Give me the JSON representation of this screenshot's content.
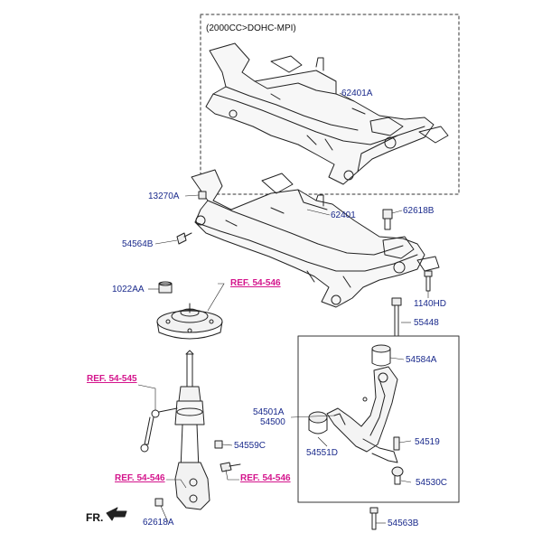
{
  "diagram": {
    "variant_note": "(2000CC>DOHC-MPI)",
    "front_marker": "FR.",
    "callouts": {
      "p62401A": "62401A",
      "p62401": "62401",
      "p13270A": "13270A",
      "p54564B": "54564B",
      "p62618B": "62618B",
      "p1140HD": "1140HD",
      "p1022AA": "1022AA",
      "p55448": "55448",
      "p54584A": "54584A",
      "p54501A": "54501A",
      "p54500": "54500",
      "p54551D": "54551D",
      "p54519": "54519",
      "p54559C": "54559C",
      "p54530C": "54530C",
      "p62618A": "62618A",
      "p54563B": "54563B"
    },
    "refs": {
      "ref_546_top": "REF. 54-546",
      "ref_545": "REF. 54-545",
      "ref_546_left": "REF. 54-546",
      "ref_546_right": "REF. 54-546"
    },
    "colors": {
      "part_number": "#1a2a8c",
      "reference": "#d4148c",
      "line_art": "#222222"
    }
  }
}
